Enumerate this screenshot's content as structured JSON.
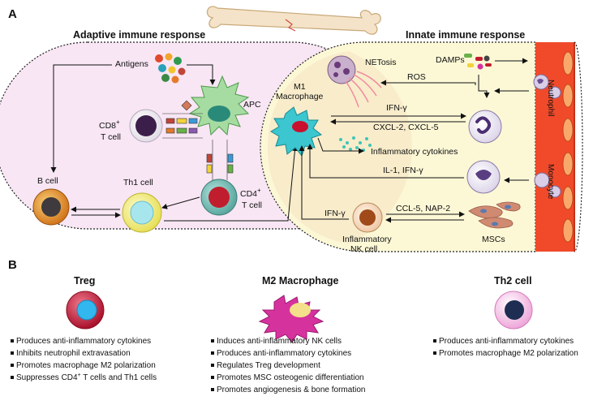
{
  "panel_a": {
    "letter": "A",
    "adaptive_title": "Adaptive immune response",
    "innate_title": "Innate immune response",
    "antigens": "Antigens",
    "apc": "APC",
    "cd8_cell": "CD8",
    "cd8_sup": "+",
    "cd8_t": "T cell",
    "b_cell": "B cell",
    "th1_cell": "Th1 cell",
    "cd4_cell": "CD4",
    "cd4_sup": "+",
    "cd4_t": "T cell",
    "m1_line1": "M1",
    "m1_line2": "Macrophage",
    "netosis": "NETosis",
    "damps": "DAMPs",
    "ros": "ROS",
    "ifn_gamma": "IFN-γ",
    "cxcl": "CXCL-2, CXCL-5",
    "inflam_cytokines": "Inflammatory cytokines",
    "il1_ifn": "IL-1, IFN-γ",
    "ifn_gamma_nk": "IFN-γ",
    "ccl5": "CCL-5, NAP-2",
    "nk_line1": "Inflammatory",
    "nk_line2": "NK cell",
    "mscs": "MSCs",
    "neutrophil": "Neutrophil",
    "monocyte": "Monocyte"
  },
  "panel_b": {
    "letter": "B",
    "treg": {
      "title": "Treg",
      "items": [
        "Produces anti-inflammatory cytokines",
        "Inhibits neutrophil extravasation",
        "Promotes macrophage M2 polarization",
        "Suppresses CD4"
      ],
      "item4_sup": "+",
      "item4_rest": " T cells and Th1 cells"
    },
    "m2": {
      "title": "M2 Macrophage",
      "items": [
        "Induces anti-inflammatory NK cells",
        "Produces anti-inflammatory cytokines",
        "Regulates Treg development",
        "Promotes MSC osteogenic differentiation",
        "Promotes angiogenesis & bone formation"
      ]
    },
    "th2": {
      "title": "Th2 cell",
      "items": [
        "Produces anti-inflammatory cytokines",
        "Promotes macrophage M2 polarization"
      ]
    }
  },
  "colors": {
    "adaptive_bg": "#f8e6f4",
    "innate_bg": "#fcf8d6",
    "vessel": "#f04a2a",
    "m1": "#3cc6cf",
    "treg": "#cf1f3b",
    "m2": "#d6329e",
    "th2": "#f2b8e2"
  }
}
